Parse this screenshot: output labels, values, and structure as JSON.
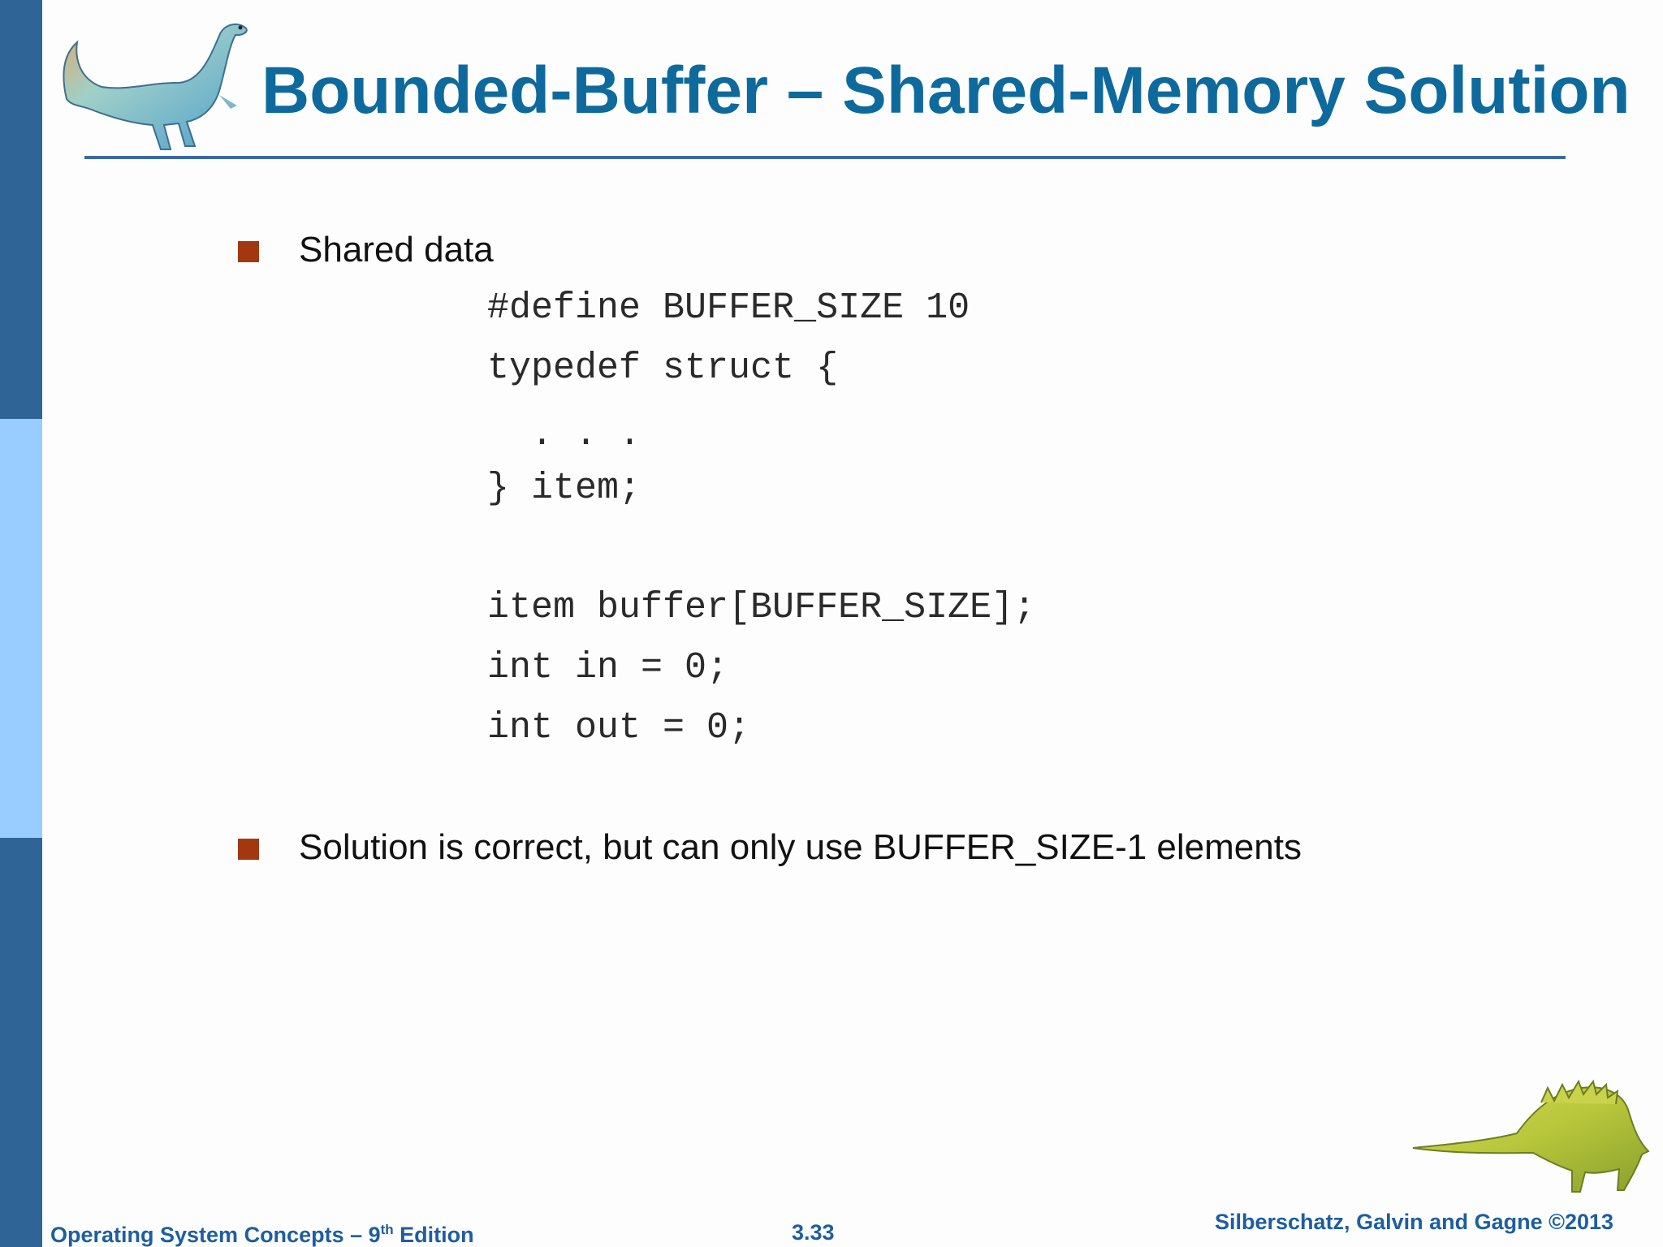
{
  "slide": {
    "title": "Bounded-Buffer – Shared-Memory Solution",
    "bullets": [
      {
        "text": "Shared data"
      },
      {
        "text": "Solution is correct, but can only use BUFFER_SIZE-1 elements"
      }
    ],
    "code_lines": [
      "#define BUFFER_SIZE 10",
      "typedef struct {",
      "  . . .",
      "} item;",
      "item buffer[BUFFER_SIZE];",
      "int in = 0;",
      "int out = 0;"
    ]
  },
  "footer": {
    "left_prefix": "Operating System Concepts – 9",
    "left_sup": "th",
    "left_suffix": " Edition",
    "center": "3.33",
    "right": "Silberschatz, Galvin and Gagne ©2013"
  },
  "colors": {
    "title": "#0e6a9c",
    "bullet": "#a33810",
    "side_band_dark": "#2f6496",
    "side_band_light": "#99ccff",
    "footer": "#1d5ea0"
  },
  "icons": {
    "top_left": "dinosaur-logo-icon",
    "bottom_right": "dinosaur-logo-icon"
  }
}
